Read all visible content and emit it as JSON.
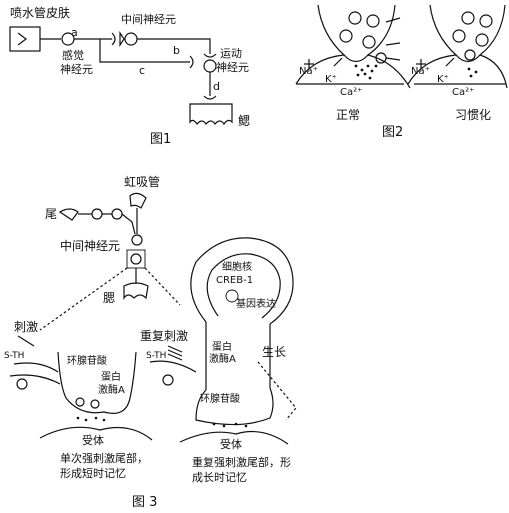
{
  "figure1": {
    "skin_label": "喷水管皮肤",
    "sensory_neuron_label_1": "感觉",
    "sensory_neuron_label_2": "神经元",
    "inter_neuron_label": "中间神经元",
    "motor_neuron_label_1": "运动",
    "motor_neuron_label_2": "神经元",
    "gill_label": "鳃",
    "point_a": "a",
    "point_b": "b",
    "point_c": "c",
    "point_d": "d",
    "caption": "图1"
  },
  "figure2": {
    "na_left": "Na⁺",
    "k_left": "K⁺",
    "ca_left": "Ca²⁺",
    "na_right": "Na⁺",
    "k_right": "K⁺",
    "ca_right": "Ca²⁺",
    "normal_label": "正常",
    "habituation_label": "习惯化",
    "caption": "图2"
  },
  "figure3": {
    "siphon_label": "虹吸管",
    "tail_label": "尾",
    "inter_neuron_label": "中间神经元",
    "gill_label": "腮",
    "stimulus_label": "刺激",
    "repeated_stimulus_label": "重复刺激",
    "nucleus_label": "细胞核",
    "creb_label": "CREB-1",
    "gene_expression_label": "基因表达",
    "growth_label": "生长",
    "sth_left": "S-TH",
    "sth_right": "S-TH",
    "camp_left": "环腺苷酸",
    "protein_left_1": "蛋白",
    "protein_left_2": "激酶A",
    "protein_right_1": "蛋白",
    "protein_right_2": "激酶A",
    "camp_right": "环腺苷酸",
    "receptor_left": "受体",
    "receptor_right": "受体",
    "caption_left_1": "单次强刺激尾部，",
    "caption_left_2": "形成短时记忆",
    "caption_right_1": "重复强刺激尾部，形",
    "caption_right_2": "成长时记忆",
    "caption": "图 3"
  }
}
